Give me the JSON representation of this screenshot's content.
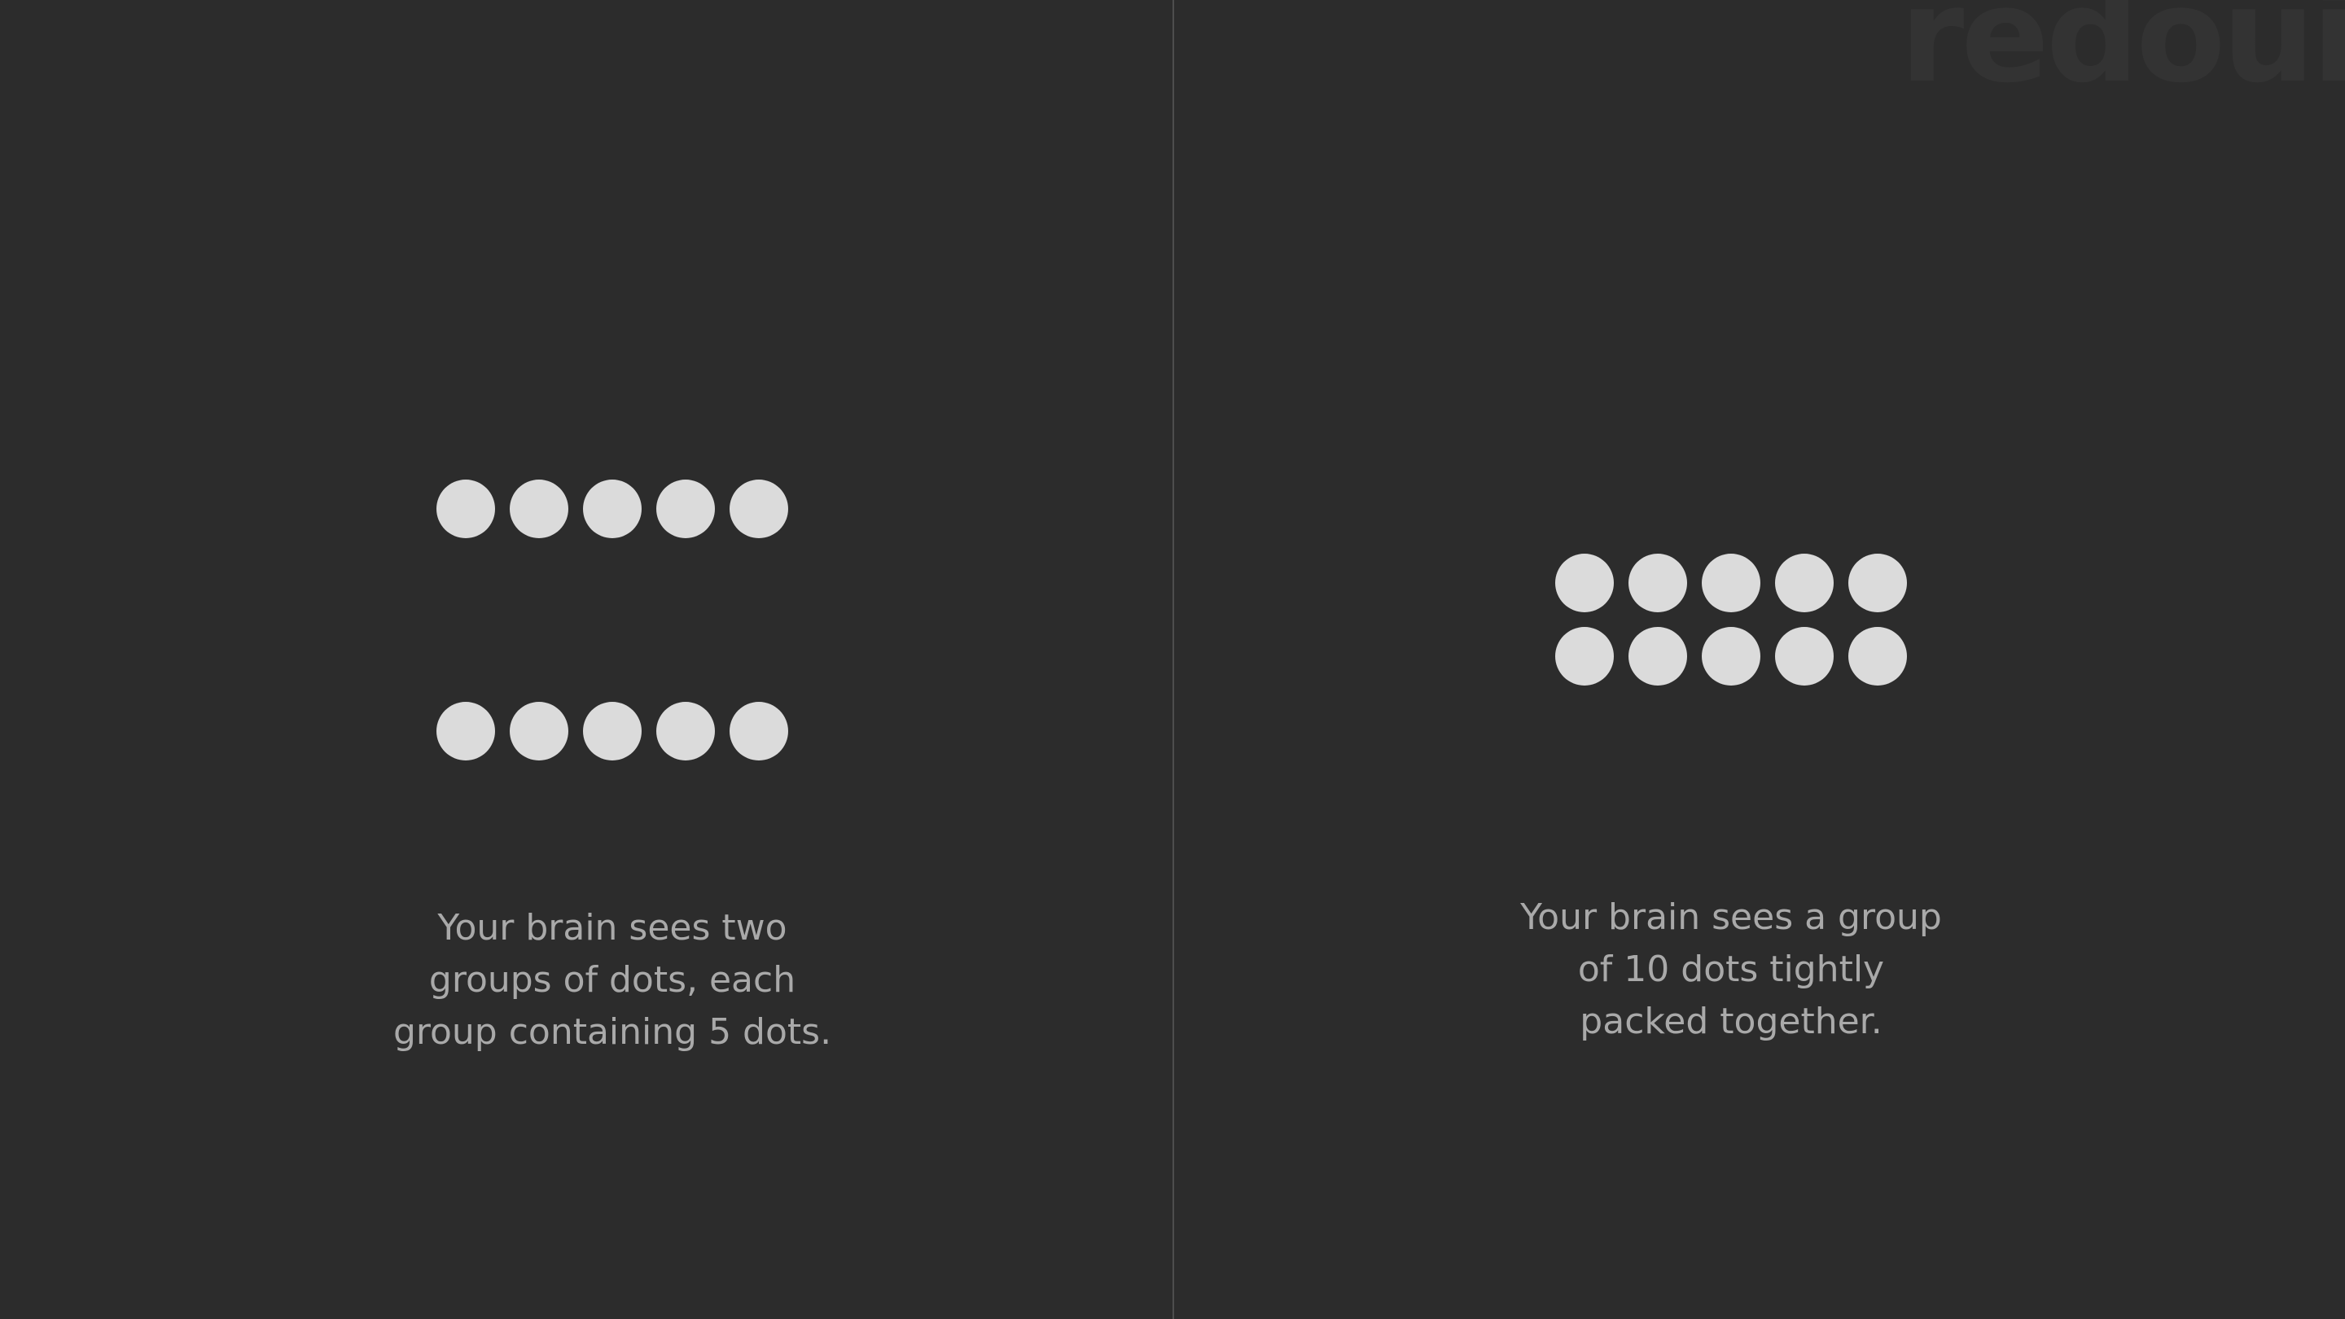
{
  "watermark": {
    "text": "redoui"
  },
  "left_panel": {
    "groups": [
      {
        "rows": 1,
        "columns": 5
      },
      {
        "rows": 1,
        "columns": 5
      }
    ],
    "caption_lines": [
      "Your brain sees two",
      "groups of dots, each",
      "group containing 5 dots."
    ]
  },
  "right_panel": {
    "groups": [
      {
        "rows": 2,
        "columns": 5
      }
    ],
    "caption_lines": [
      "Your brain sees a group",
      "of 10 dots tightly",
      "packed together."
    ]
  },
  "colors": {
    "background": "#2c2c2c",
    "dot": "#dbdbdb",
    "caption": "#a9a9a9",
    "divider": "#4d4d4d",
    "watermark": "#333333"
  }
}
